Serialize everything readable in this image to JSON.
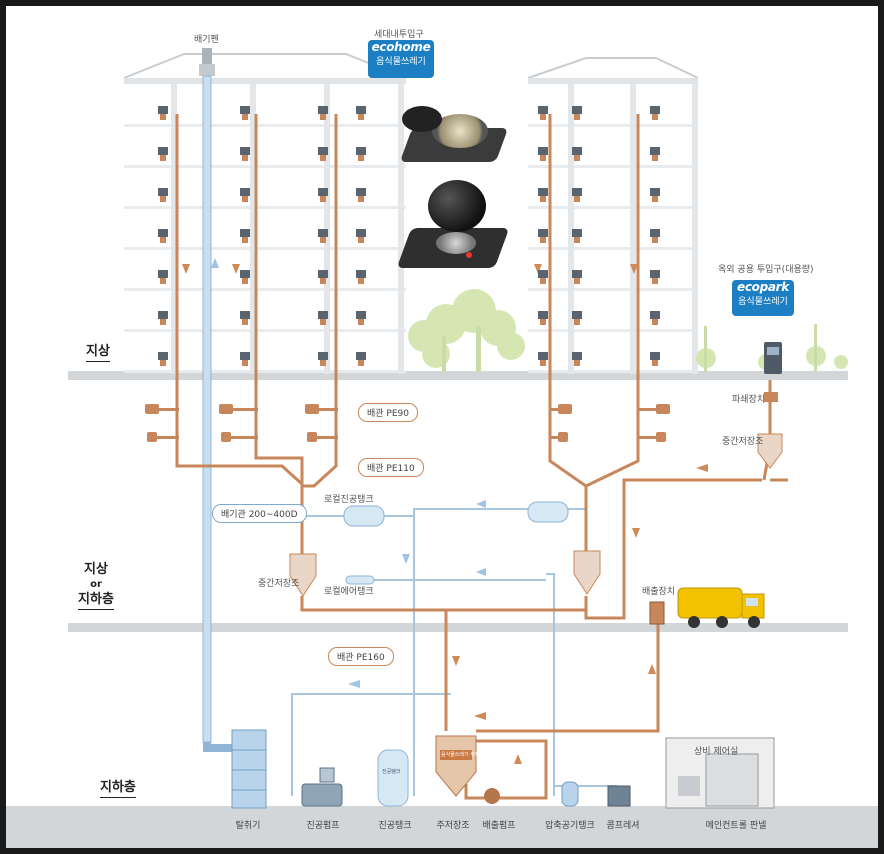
{
  "levels": {
    "ground": "지상",
    "ground_or_basement": [
      "지상",
      "or",
      "지하층"
    ],
    "basement": "지하층"
  },
  "top_labels": {
    "vent_fan": "배기펜",
    "household_inlet": "세대내투입구",
    "outdoor_inlet": "옥외 공용 투입구(대용량)"
  },
  "badges": {
    "ecohome": {
      "brand": "ecohome",
      "sub": "음식물쓰레기"
    },
    "ecopark": {
      "brand": "ecopark",
      "sub": "음식물쓰레기"
    }
  },
  "pipes": {
    "pe90": "배관 PE90",
    "pe110": "배관 PE110",
    "pe160": "배관 PE160",
    "exhaust": "배기관 200~400D"
  },
  "components": {
    "local_vacuum_tank": "로컬진공탱크",
    "local_air_tank": "로컬에어탱크",
    "intermediate_storage_left": "중간저장조",
    "intermediate_storage_right": "중간저장조",
    "crusher": "파쇄장치",
    "discharge_device": "배출장치",
    "control_room": "상비 제어실",
    "main_tank_tag": "음식물쓰레기 주저장조",
    "vacuum_tank_tag": "진공탱크"
  },
  "bottom_labels": [
    "탈취기",
    "진공펌프",
    "진공탱크",
    "주저장조",
    "배출펌프",
    "압축공기탱크",
    "콤프레셔",
    "메인컨트롤 판넬"
  ],
  "colors": {
    "pipe": "#c8875a",
    "air_pipe": "#a9c6df",
    "floor": "#d3d6d9",
    "building": "#e9ecee",
    "truck": "#f2c200",
    "badge": "#1c7fc4",
    "flow_arrow": "#d08a55"
  }
}
